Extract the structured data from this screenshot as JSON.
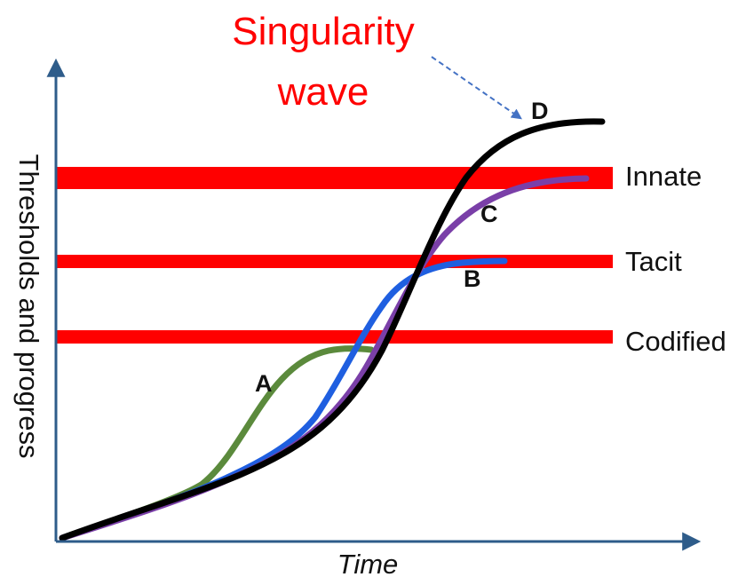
{
  "title": {
    "line1": "Singularity",
    "line2": "wave"
  },
  "axes": {
    "x_label": "Time",
    "y_label": "Thresholds and progress",
    "axis_color": "#2e5c8a"
  },
  "thresholds": [
    {
      "id": "codified",
      "label": "Codified",
      "color": "#ff0000"
    },
    {
      "id": "tacit",
      "label": "Tacit",
      "color": "#ff0000"
    },
    {
      "id": "innate",
      "label": "Innate",
      "color": "#ff0000"
    }
  ],
  "curves": [
    {
      "id": "A",
      "label": "A",
      "color": "#5b8a3c"
    },
    {
      "id": "B",
      "label": "B",
      "color": "#1f5fe0"
    },
    {
      "id": "C",
      "label": "C",
      "color": "#7a3fa8"
    },
    {
      "id": "D",
      "label": "D",
      "color": "#000000"
    }
  ],
  "pointer_color": "#4472c4"
}
